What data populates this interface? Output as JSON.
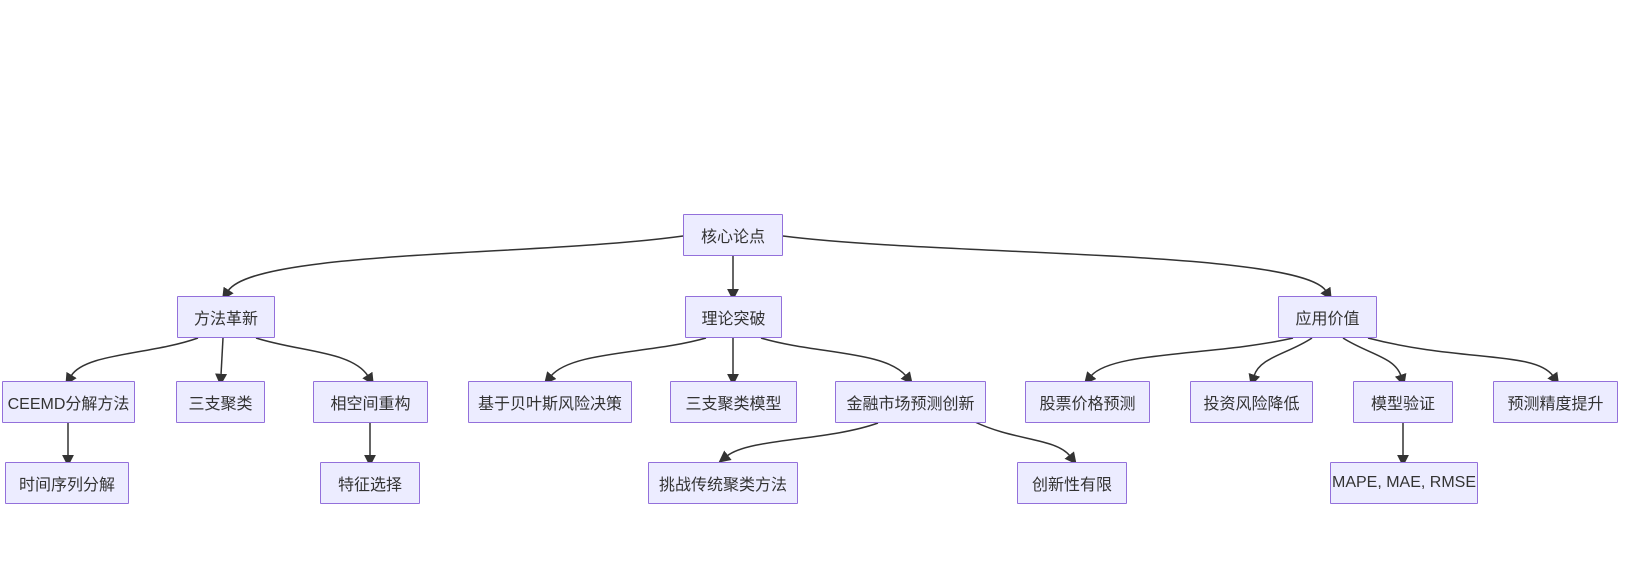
{
  "diagram": {
    "type": "flowchart",
    "direction": "top-down",
    "colors": {
      "node_fill": "#ECECFF",
      "node_border": "#9370DB",
      "edge_color": "#333333",
      "text_color": "#333333",
      "background": "#FFFFFF"
    },
    "nodes": [
      {
        "id": "core-thesis",
        "level": 1,
        "label": "核心论点"
      },
      {
        "id": "method-innovation",
        "level": 2,
        "label": "方法革新"
      },
      {
        "id": "theory-breakthrough",
        "level": 2,
        "label": "理论突破"
      },
      {
        "id": "application-value",
        "level": 2,
        "label": "应用价值"
      },
      {
        "id": "ceemd-decomposition",
        "level": 3,
        "label": "CEEMD分解方法"
      },
      {
        "id": "three-way-clustering",
        "level": 3,
        "label": "三支聚类"
      },
      {
        "id": "phase-space-reconstruction",
        "level": 3,
        "label": "相空间重构"
      },
      {
        "id": "bayesian-risk-decision",
        "level": 3,
        "label": "基于贝叶斯风险决策"
      },
      {
        "id": "three-way-clustering-model",
        "level": 3,
        "label": "三支聚类模型"
      },
      {
        "id": "financial-market-forecast-innovation",
        "level": 3,
        "label": "金融市场预测创新"
      },
      {
        "id": "stock-price-prediction",
        "level": 3,
        "label": "股票价格预测"
      },
      {
        "id": "investment-risk-reduction",
        "level": 3,
        "label": "投资风险降低"
      },
      {
        "id": "model-validation",
        "level": 3,
        "label": "模型验证"
      },
      {
        "id": "prediction-accuracy-improvement",
        "level": 3,
        "label": "预测精度提升"
      },
      {
        "id": "time-series-decomposition",
        "level": 4,
        "label": "时间序列分解"
      },
      {
        "id": "feature-selection",
        "level": 4,
        "label": "特征选择"
      },
      {
        "id": "challenge-traditional-clustering",
        "level": 4,
        "label": "挑战传统聚类方法"
      },
      {
        "id": "limited-innovation",
        "level": 4,
        "label": "创新性有限"
      },
      {
        "id": "evaluation-metrics",
        "level": 4,
        "label": "MAPE, MAE, RMSE"
      }
    ],
    "edges": [
      {
        "from": "核心论点",
        "to": "方法革新"
      },
      {
        "from": "核心论点",
        "to": "理论突破"
      },
      {
        "from": "核心论点",
        "to": "应用价值"
      },
      {
        "from": "方法革新",
        "to": "CEEMD分解方法"
      },
      {
        "from": "方法革新",
        "to": "三支聚类"
      },
      {
        "from": "方法革新",
        "to": "相空间重构"
      },
      {
        "from": "理论突破",
        "to": "基于贝叶斯风险决策"
      },
      {
        "from": "理论突破",
        "to": "三支聚类模型"
      },
      {
        "from": "理论突破",
        "to": "金融市场预测创新"
      },
      {
        "from": "应用价值",
        "to": "股票价格预测"
      },
      {
        "from": "应用价值",
        "to": "投资风险降低"
      },
      {
        "from": "应用价值",
        "to": "模型验证"
      },
      {
        "from": "应用价值",
        "to": "预测精度提升"
      },
      {
        "from": "CEEMD分解方法",
        "to": "时间序列分解"
      },
      {
        "from": "相空间重构",
        "to": "特征选择"
      },
      {
        "from": "金融市场预测创新",
        "to": "挑战传统聚类方法"
      },
      {
        "from": "金融市场预测创新",
        "to": "创新性有限"
      },
      {
        "from": "模型验证",
        "to": "MAPE, MAE, RMSE"
      }
    ]
  }
}
